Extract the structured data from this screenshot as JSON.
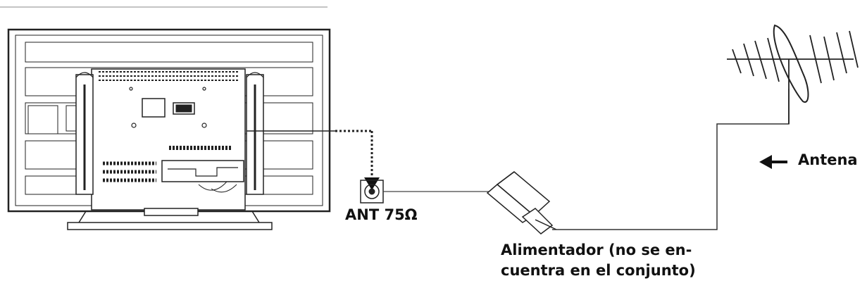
{
  "labels": {
    "ant_port": "ANT 75Ω",
    "antenna": "Antena",
    "power_line1": "Alimentador (no se en-",
    "power_line2": "cuentra en el conjunto)"
  },
  "colors": {
    "line": "#222222",
    "cable": "#444444",
    "text": "#111111",
    "background": "#ffffff"
  }
}
